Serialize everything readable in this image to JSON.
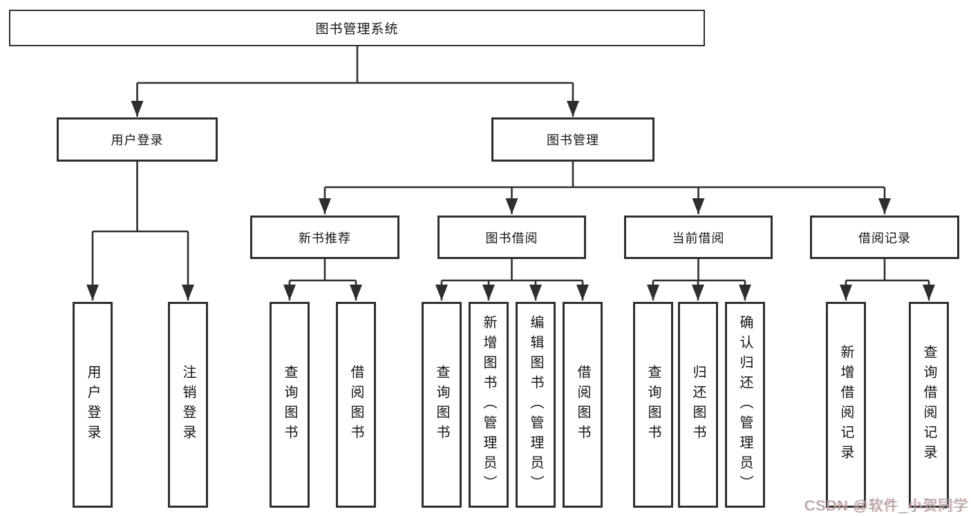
{
  "diagram": {
    "root_label": "图书管理系统",
    "branches": [
      {
        "label": "用户登录",
        "children": [
          "用户登录",
          "注销登录"
        ]
      },
      {
        "label": "图书管理",
        "sections": [
          {
            "label": "新书推荐",
            "children": [
              "查询图书",
              "借阅图书"
            ]
          },
          {
            "label": "图书借阅",
            "children": [
              "查询图书",
              "新增图书（管理员）",
              "编辑图书（管理员）",
              "借阅图书"
            ]
          },
          {
            "label": "当前借阅",
            "children": [
              "查询图书",
              "归还图书",
              "确认归还（管理员）"
            ]
          },
          {
            "label": "借阅记录",
            "children": [
              "新增借阅记录",
              "查询借阅记录"
            ]
          }
        ]
      }
    ],
    "colors": {
      "line": "#2e2e2e",
      "box_border": "#2e2e2e",
      "box_fill": "#ffffff",
      "text": "#141414",
      "watermark": "#a99d9d"
    }
  },
  "watermark": {
    "text": "CSDN @软件_小贺同学"
  }
}
